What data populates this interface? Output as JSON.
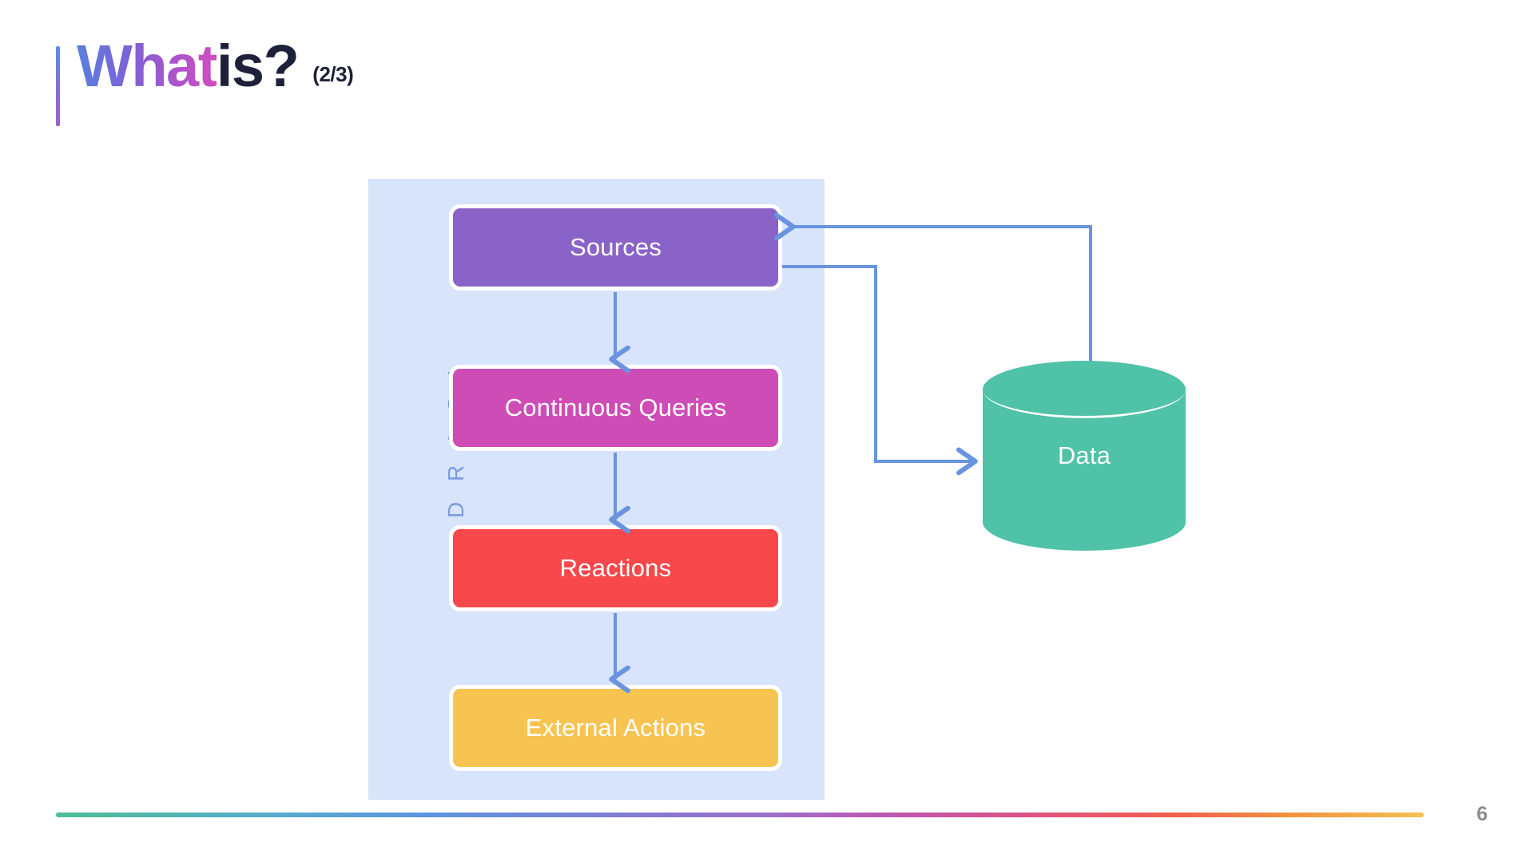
{
  "slide": {
    "title_gradient_word": "What",
    "title_dark_word": "is?",
    "title_counter": "(2/3)",
    "page_number": "6"
  },
  "diagram": {
    "panel_label": "D R A S I",
    "nodes": [
      {
        "id": "sources",
        "label": "Sources",
        "color": "#8A63C9"
      },
      {
        "id": "continuous",
        "label": "Continuous Queries",
        "color": "#CE4CB6"
      },
      {
        "id": "reactions",
        "label": "Reactions",
        "color": "#F8484B"
      },
      {
        "id": "external-actions",
        "label": "External Actions",
        "color": "#F8C451"
      }
    ],
    "store": {
      "id": "data",
      "label": "Data",
      "color": "#4FC2A7"
    },
    "connector_color": "#6A93E0",
    "panel_color": "#D8E4FA",
    "panel_label_color": "#7B9BE0"
  },
  "chart_data": {
    "type": "diagram",
    "title": "What is? (2/3)",
    "grouping": {
      "label": "DRASI",
      "members": [
        "Sources",
        "Continuous Queries",
        "Reactions",
        "External Actions"
      ]
    },
    "nodes": [
      {
        "id": "sources",
        "label": "Sources",
        "shape": "rounded-rect",
        "color": "#8A63C9",
        "group": "DRASI"
      },
      {
        "id": "continuous",
        "label": "Continuous Queries",
        "shape": "rounded-rect",
        "color": "#CE4CB6",
        "group": "DRASI"
      },
      {
        "id": "reactions",
        "label": "Reactions",
        "shape": "rounded-rect",
        "color": "#F8484B",
        "group": "DRASI"
      },
      {
        "id": "external-actions",
        "label": "External Actions",
        "shape": "rounded-rect",
        "color": "#F8C451",
        "group": "DRASI"
      },
      {
        "id": "data",
        "label": "Data",
        "shape": "cylinder",
        "color": "#4FC2A7",
        "group": null
      }
    ],
    "edges": [
      {
        "from": "sources",
        "to": "continuous",
        "style": "straight-down",
        "label": ""
      },
      {
        "from": "continuous",
        "to": "reactions",
        "style": "straight-down",
        "label": ""
      },
      {
        "from": "reactions",
        "to": "external-actions",
        "style": "straight-down",
        "label": ""
      },
      {
        "from": "sources",
        "to": "data",
        "style": "orthogonal",
        "label": ""
      },
      {
        "from": "data",
        "to": "sources",
        "style": "orthogonal",
        "label": ""
      }
    ]
  }
}
